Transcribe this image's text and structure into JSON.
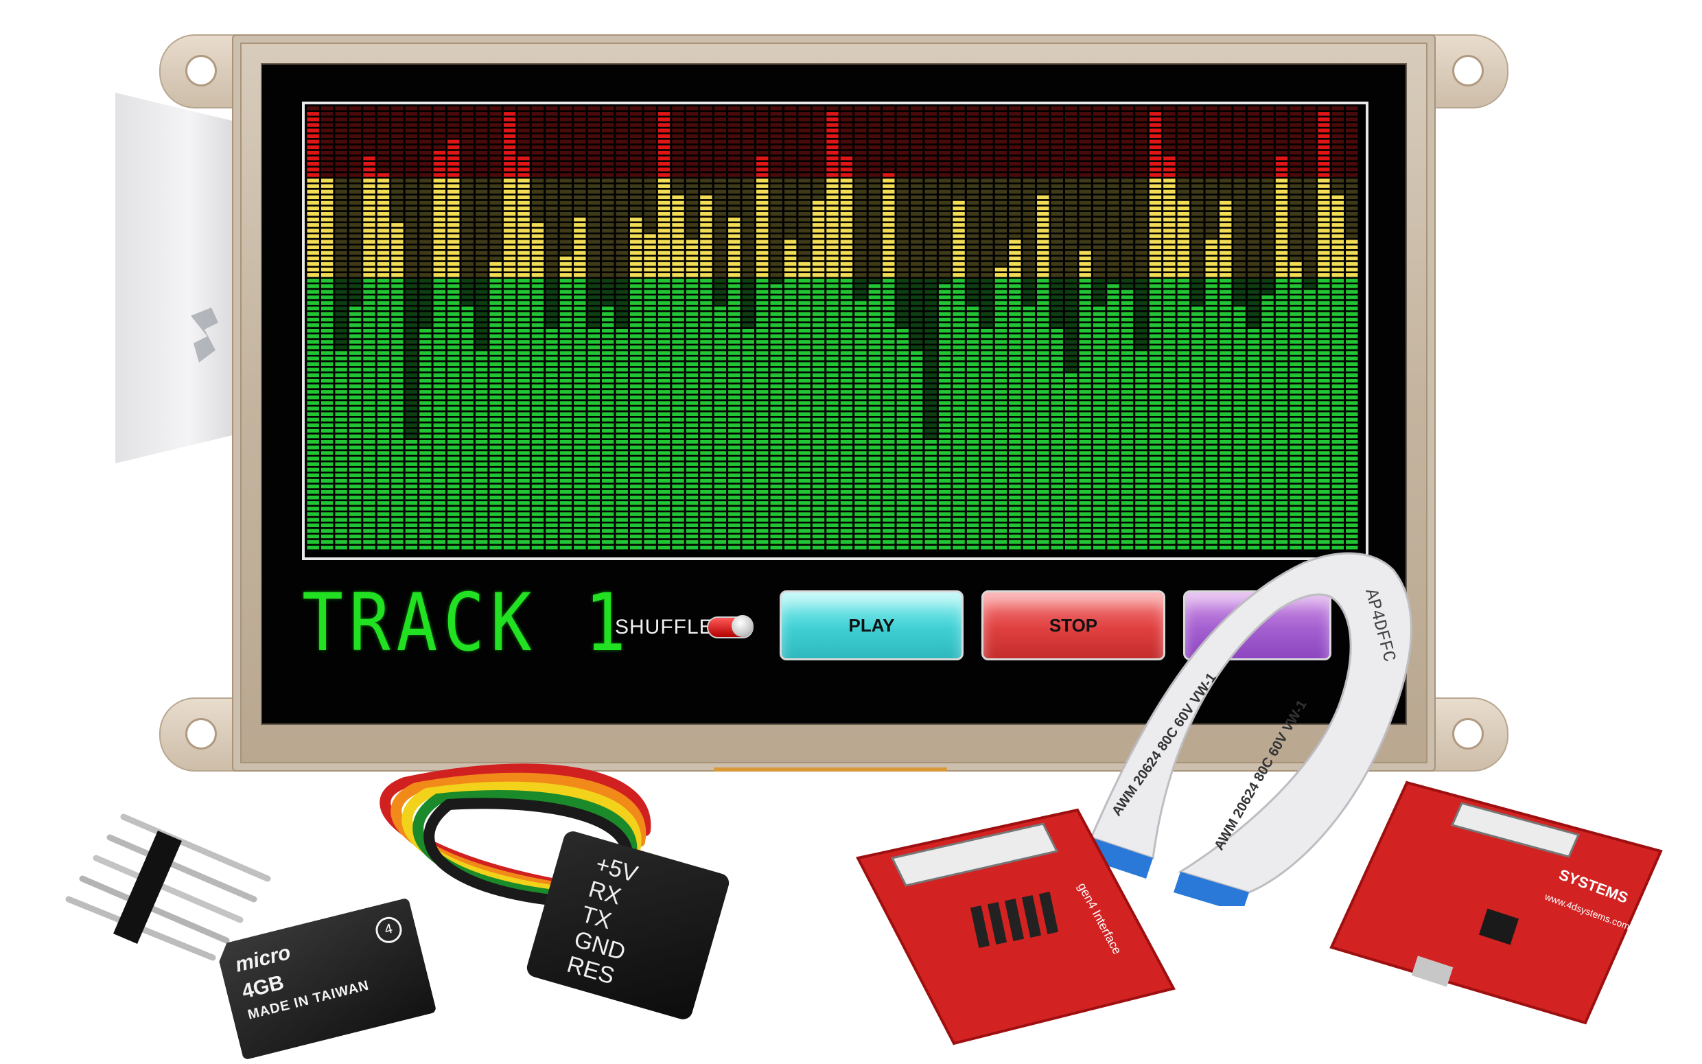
{
  "display": {
    "track_title": "TRACK 1",
    "shuffle_label": "SHUFFLE",
    "buttons": {
      "play": "PLAY",
      "stop": "STOP",
      "third": ""
    },
    "colors": {
      "bar_green": "#22c533",
      "bar_green_dim": "#0d3f12",
      "bar_yellow": "#f2dd55",
      "bar_yellow_dim": "#3f3a18",
      "bar_red": "#e01515",
      "bar_red_dim": "#4a0a0a",
      "title_green": "#22e022"
    },
    "spectrum": {
      "levels": [
        0.985,
        0.835,
        0.445,
        0.555,
        0.885,
        0.845,
        0.735,
        0.255,
        0.505,
        0.895,
        0.925,
        0.555,
        0.445,
        0.645,
        0.985,
        0.885,
        0.735,
        0.505,
        0.665,
        0.745,
        0.505,
        0.555,
        0.505,
        0.745,
        0.715,
        0.985,
        0.795,
        0.705,
        0.805,
        0.555,
        0.755,
        0.505,
        0.885,
        0.605,
        0.705,
        0.645,
        0.785,
        0.985,
        0.885,
        0.565,
        0.605,
        0.845,
        0.505,
        0.445,
        0.255,
        0.605,
        0.785,
        0.555,
        0.505,
        0.635,
        0.705,
        0.555,
        0.795,
        0.505,
        0.405,
        0.675,
        0.555,
        0.605,
        0.585,
        0.445,
        0.985,
        0.885,
        0.785,
        0.555,
        0.705,
        0.785,
        0.555,
        0.505,
        0.575,
        0.885,
        0.655,
        0.585,
        0.985,
        0.805,
        0.705
      ]
    }
  },
  "ribbon": {
    "print_lines": [
      "AWM 20624 80C 60V VW-1",
      "AWM 20624 80C 60V VW-1"
    ],
    "stamp": "AP4DFFC"
  },
  "jumper_cable": {
    "pin_labels": [
      "+5V",
      "RX",
      "TX",
      "GND",
      "RES"
    ],
    "wire_colors": [
      "#d12020",
      "#f28a1a",
      "#f2d21a",
      "#1a8a2a",
      "#1a1a1a"
    ]
  },
  "microsd": {
    "logo": "micro",
    "capacity": "4GB",
    "made_in": "MADE IN TAIWAN",
    "class": "4"
  },
  "boards": {
    "left": {
      "title": "gen4 Display",
      "side_label": "gen4 Interface"
    },
    "right": {
      "label": "SYSTEMS",
      "url": "www.4dsystems.com.au"
    }
  }
}
